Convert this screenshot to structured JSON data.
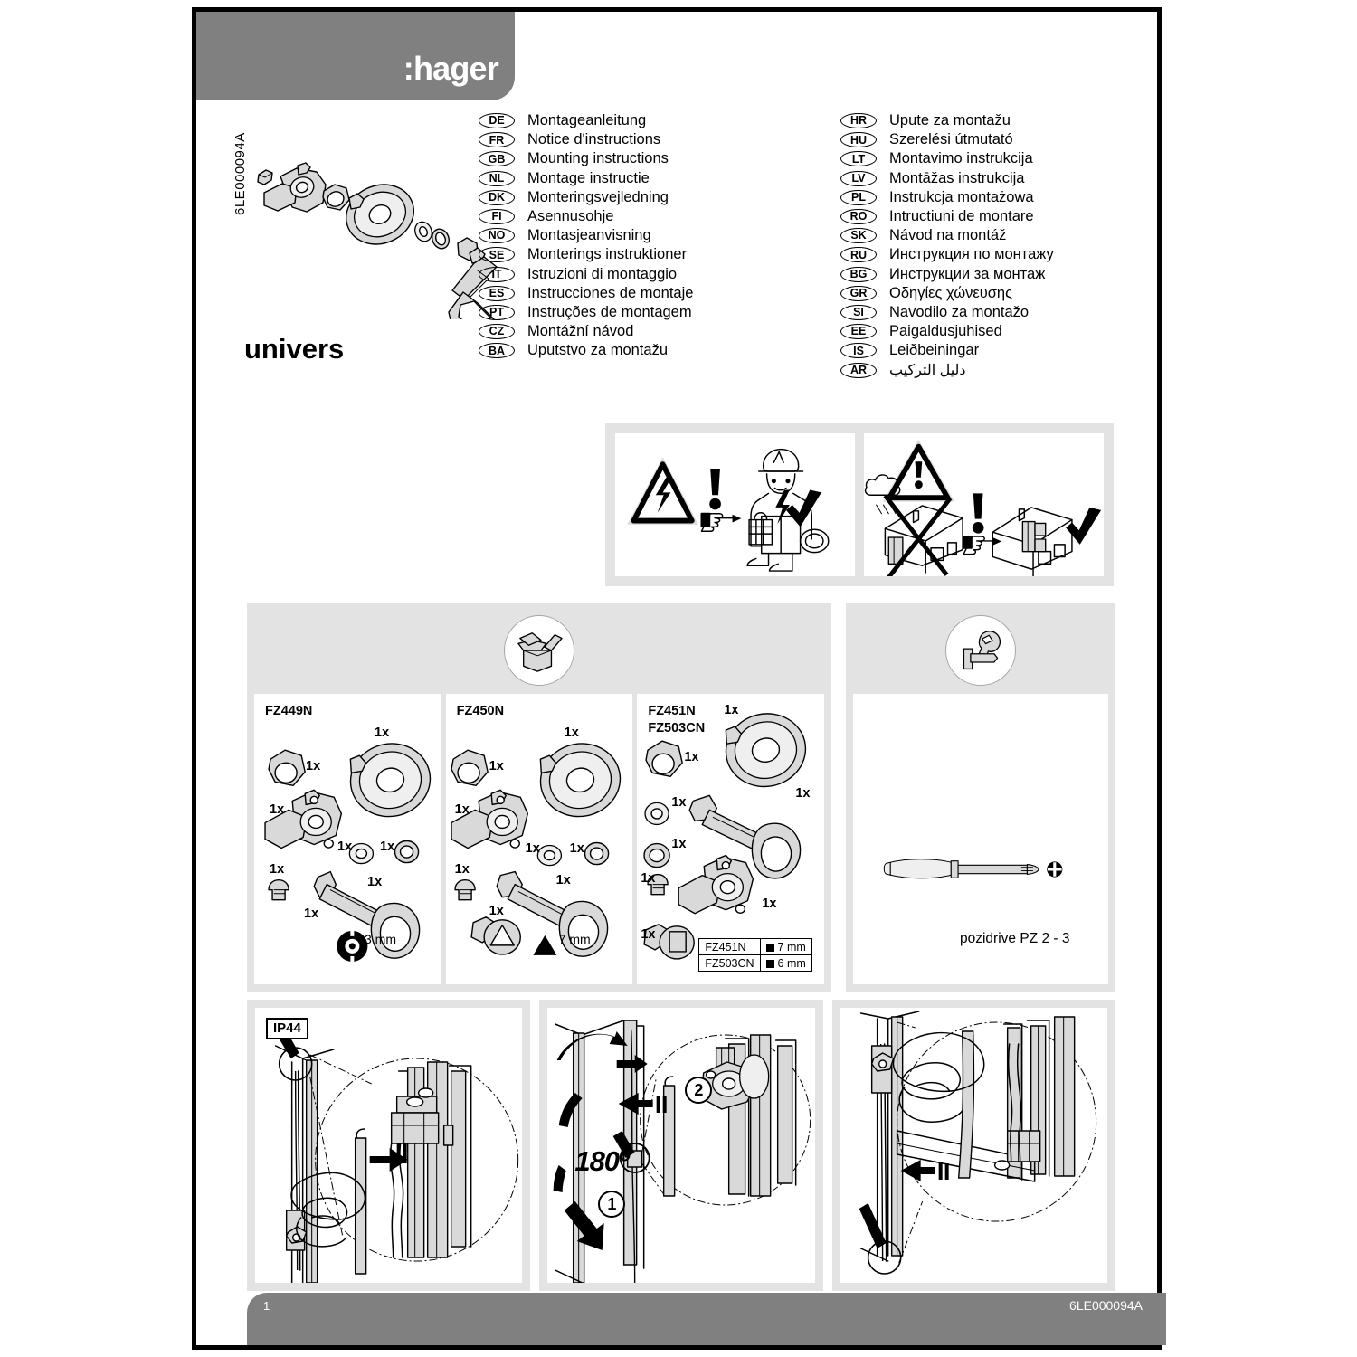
{
  "brand": {
    "logo": ":hager",
    "product": "univers",
    "doc_code_vertical": "6LE000094A"
  },
  "languages_left": [
    {
      "code": "DE",
      "text": "Montageanleitung"
    },
    {
      "code": "FR",
      "text": "Notice d'instructions"
    },
    {
      "code": "GB",
      "text": "Mounting instructions"
    },
    {
      "code": "NL",
      "text": "Montage instructie"
    },
    {
      "code": "DK",
      "text": "Monteringsvejledning"
    },
    {
      "code": "FI",
      "text": "Asennusohje"
    },
    {
      "code": "NO",
      "text": "Montasjeanvisning"
    },
    {
      "code": "SE",
      "text": "Monterings instruktioner"
    },
    {
      "code": "IT",
      "text": "Istruzioni di montaggio"
    },
    {
      "code": "ES",
      "text": "Instrucciones de montaje"
    },
    {
      "code": "PT",
      "text": "Instruções de montagem"
    },
    {
      "code": "CZ",
      "text": "Montážní návod"
    },
    {
      "code": "BA",
      "text": "Uputstvo za montažu"
    }
  ],
  "languages_right": [
    {
      "code": "HR",
      "text": "Upute za montažu"
    },
    {
      "code": "HU",
      "text": "Szerelési útmutató"
    },
    {
      "code": "LT",
      "text": "Montavimo instrukcija"
    },
    {
      "code": "LV",
      "text": "Montāžas instrukcija"
    },
    {
      "code": "PL",
      "text": "Instrukcja montażowa"
    },
    {
      "code": "RO",
      "text": "Intructiuni de montare"
    },
    {
      "code": "SK",
      "text": "Návod na montáž"
    },
    {
      "code": "RU",
      "text": "Инструкция по монтажу"
    },
    {
      "code": "BG",
      "text": "Инструкции за монтаж"
    },
    {
      "code": "GR",
      "text": "Οδηγίες χώνευσης"
    },
    {
      "code": "SI",
      "text": "Navodilo za montažo"
    },
    {
      "code": "EE",
      "text": "Paigaldusjuhised"
    },
    {
      "code": "IS",
      "text": "Leiðbeiningar"
    },
    {
      "code": "AR",
      "text": "دليل التركيب"
    }
  ],
  "warnings": [
    {
      "name": "electrical-hazard-qualified-person",
      "icons": [
        "high-voltage-triangle",
        "exclamation",
        "pointing-hand",
        "electrician-figure",
        "checkmark"
      ]
    },
    {
      "name": "indoor-installation-only",
      "icons": [
        "warning-triangle",
        "rain-cloud-house-crossed",
        "exclamation",
        "pointing-hand",
        "indoor-house",
        "checkmark"
      ]
    }
  ],
  "parts_section": {
    "header_icon": "open-box-icon",
    "panels": [
      {
        "title": "FZ449N",
        "quantities": [
          "1x",
          "1x",
          "1x",
          "1x",
          "1x",
          "1x",
          "1x",
          "1x",
          "1x"
        ],
        "spec": "3 mm",
        "spec_icon": "double-bit-key-profile-icon"
      },
      {
        "title": "FZ450N",
        "quantities": [
          "1x",
          "1x",
          "1x",
          "1x",
          "1x",
          "1x",
          "1x",
          "1x",
          "1x"
        ],
        "spec": "7 mm",
        "spec_icon": "triangle-profile-icon"
      },
      {
        "title": "FZ451N\nFZ503CN",
        "quantities": [
          "1x",
          "1x",
          "1x",
          "1x",
          "1x",
          "1x",
          "1x"
        ],
        "spec_table": {
          "rows": [
            {
              "model": "FZ451N",
              "size": "7 mm",
              "shape": "square"
            },
            {
              "model": "FZ503CN",
              "size": "6 mm",
              "shape": "square"
            }
          ]
        }
      }
    ]
  },
  "tools_section": {
    "header_icon": "wrench-hammer-icon",
    "tool_label": "pozidrive PZ 2 - 3",
    "tool_icon": "screwdriver-icon",
    "bit_icon": "pozidrive-bit-icon"
  },
  "steps": [
    {
      "badge": "IP44",
      "name": "insert-upper-rod"
    },
    {
      "rotation": "180º",
      "callouts": [
        "1",
        "2"
      ],
      "name": "rotate-cam-and-insert"
    },
    {
      "name": "insert-lower-rod"
    }
  ],
  "footer": {
    "page": "1",
    "code": "6LE000094A"
  },
  "colors": {
    "band": "#808080",
    "panel_bg": "#e3e3e3",
    "part_fill": "#d9d9d9"
  }
}
